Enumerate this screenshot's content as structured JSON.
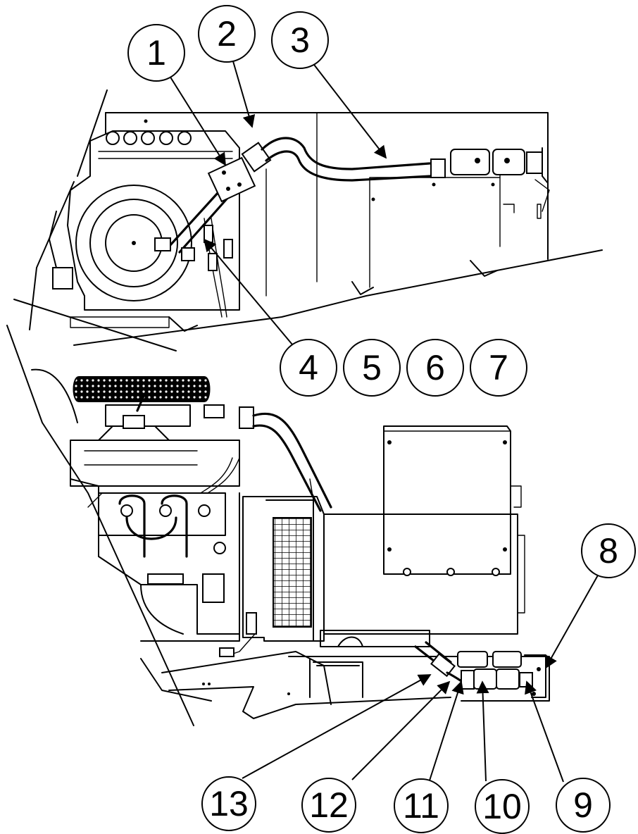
{
  "callouts": [
    {
      "id": "c1",
      "label": "1"
    },
    {
      "id": "c2",
      "label": "2"
    },
    {
      "id": "c3",
      "label": "3"
    },
    {
      "id": "c4",
      "label": "4"
    },
    {
      "id": "c5",
      "label": "5"
    },
    {
      "id": "c6",
      "label": "6"
    },
    {
      "id": "c7",
      "label": "7"
    },
    {
      "id": "c8",
      "label": "8"
    },
    {
      "id": "c9",
      "label": "9"
    },
    {
      "id": "c10",
      "label": "10"
    },
    {
      "id": "c11",
      "label": "11"
    },
    {
      "id": "c12",
      "label": "12"
    },
    {
      "id": "c13",
      "label": "13"
    }
  ],
  "colors": {
    "line": "#000000",
    "background": "#ffffff"
  }
}
